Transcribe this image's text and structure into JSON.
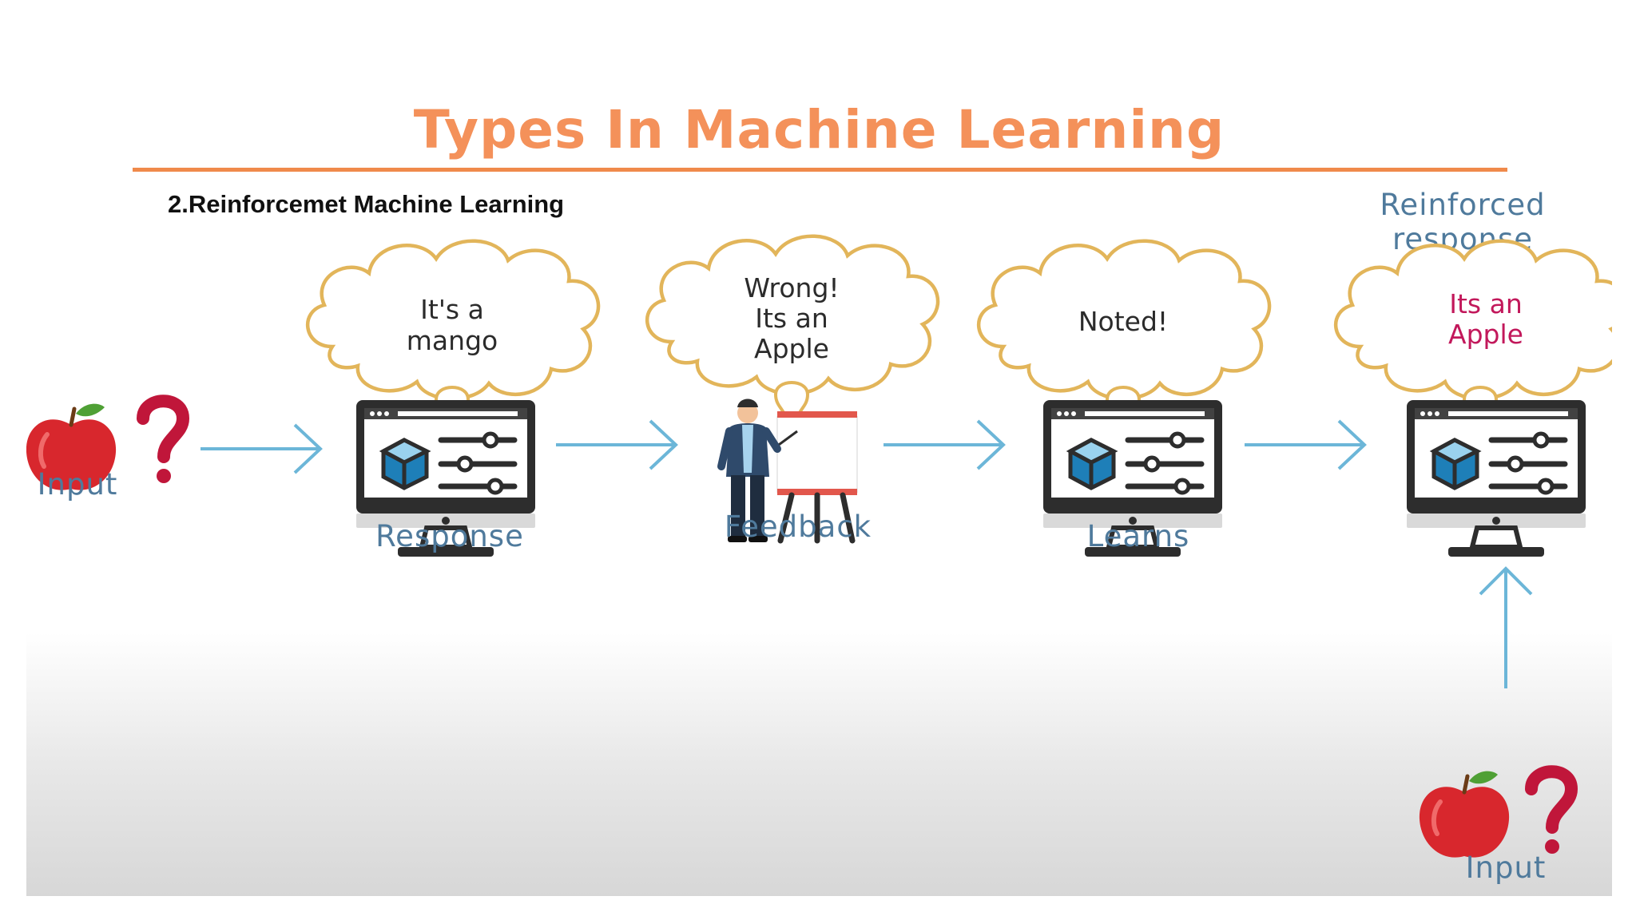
{
  "slide": {
    "title": "Types In Machine Learning",
    "subtitle": "2.Reinforcemet Machine Learning"
  },
  "diagram": {
    "input_label": "Input",
    "response_label": "Response",
    "feedback_label": "Feedback",
    "learns_label": "Learns",
    "reinforced_line1": "Reinforced",
    "reinforced_line2": "response",
    "bubble_response_line1": "It's a",
    "bubble_response_line2": "mango",
    "bubble_feedback_line1": "Wrong!",
    "bubble_feedback_line2": "Its an",
    "bubble_feedback_line3": "Apple",
    "bubble_learns": "Noted!",
    "bubble_reinforced_line1": "Its an",
    "bubble_reinforced_line2": "Apple",
    "second_input_label": "Input",
    "question_mark": "?"
  },
  "colors": {
    "title": "#f4915a",
    "rule": "#f08a4b",
    "label": "#4f7a9c",
    "arrow": "#6cb6d8",
    "cloud_outline": "#e2b55a",
    "apple": "#d8272d",
    "question": "#c0163a",
    "emphasis": "#c2185b"
  },
  "icons": [
    "apple-icon",
    "question-mark-icon",
    "computer-monitor-icon",
    "thought-cloud-icon",
    "presenter-icon",
    "arrow-right-icon",
    "arrow-up-icon"
  ]
}
